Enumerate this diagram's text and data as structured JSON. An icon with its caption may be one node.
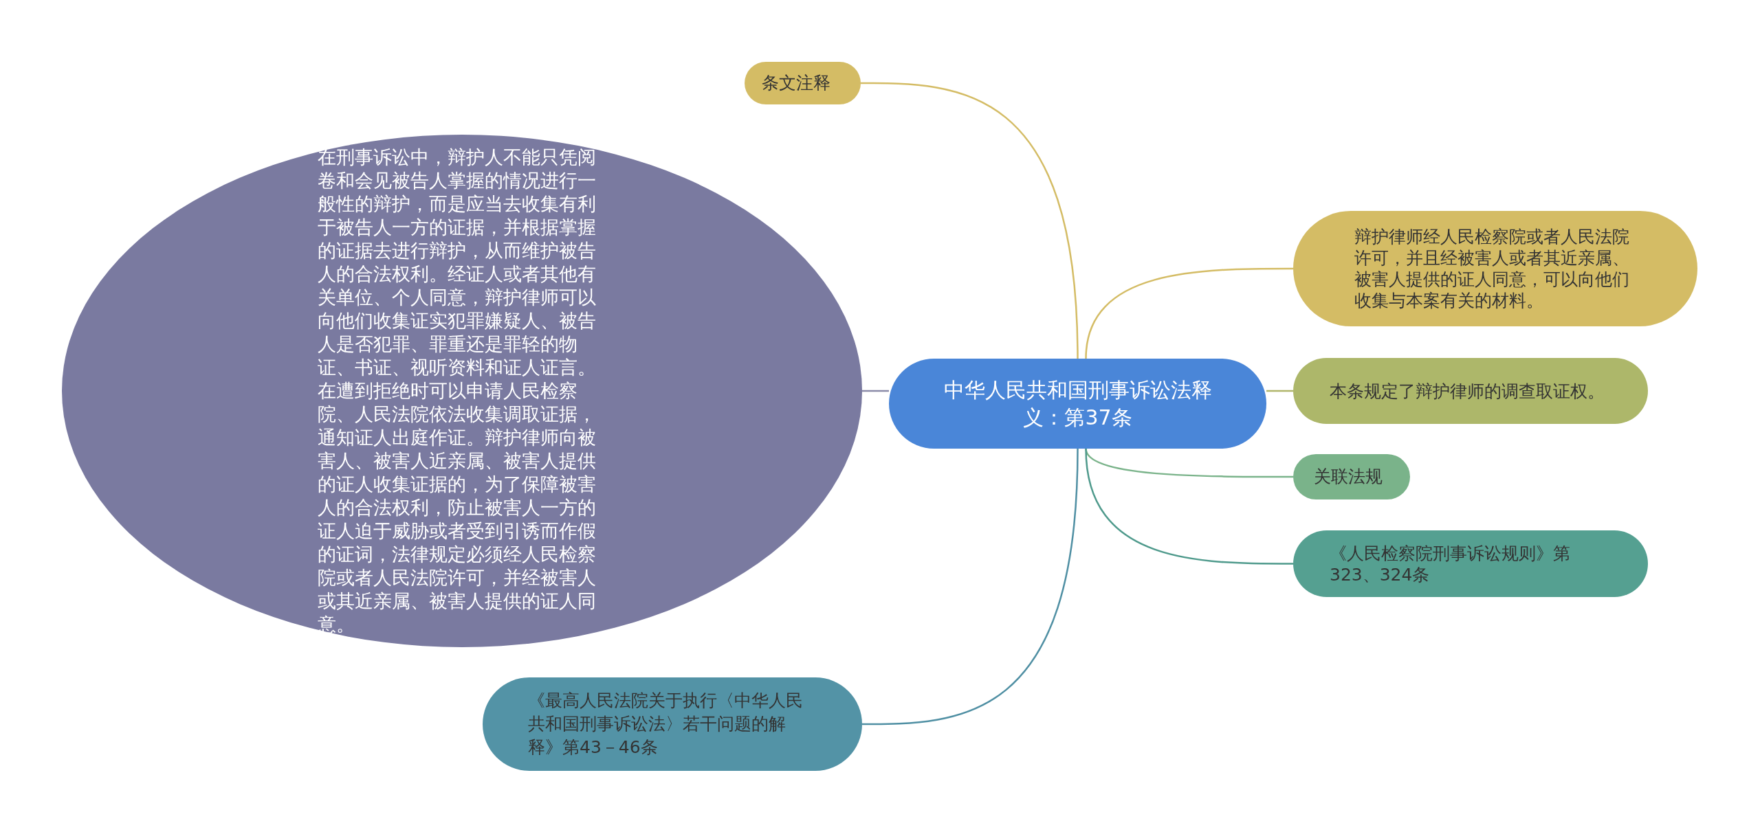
{
  "diagram": {
    "nodes": [
      {
        "text": [
          "中华人民共和国刑事诉讼法释义：第37条"
        ]
      },
      {
        "text": [
          "条文注释"
        ]
      },
      {
        "text": [
          "在刑事诉讼中，辩护人不能只凭阅卷和会见被告人掌握的情况进行一般性的辩护，而是应当去收集有利于被告人一方的证据，并根据掌握的证据去进行辩护，从而维护被告人的合法权利。经证人或者其他有关单位、个人同意，辩护律师可以向他们收集证实犯罪嫌疑人、被告人是否犯罪、罪重还是罪轻的物证、书证、视听资料和证人证言。在遭到拒绝时可以申请人民检察院、人民法院依法收集调取证据，通知证人出庭作证。辩护律师向被害人、被害人近亲属、被害人提供的证人收集证据的，为了保障被害人的合法权利，防止被害人一方的证人迫于威胁或者受到引诱而作假的证词，法律规定必须经人民检察院或者人民法院许可，并经被害人或其近亲属、被害人提供的证人同意。"
        ]
      },
      {
        "text": [
          "辩护律师经人民检察院或者人民法院许可，并且经被害人或者其近亲属、被害人提供的证人同意，可以向他们收集与本案有关的材料。"
        ]
      },
      {
        "text": [
          "本条规定了辩护律师的调查取证权。"
        ]
      },
      {
        "text": [
          "关联法规"
        ]
      },
      {
        "text": [
          "《人民检察院刑事诉讼规则》第323、324条"
        ]
      },
      {
        "text": [
          "《最高人民法院关于执行〈中华人民共和国刑事诉讼法〉若干问题的解释》第43－46条"
        ]
      }
    ],
    "edges": [
      {
        "from": 0,
        "to": 1,
        "arrow": "none",
        "color": "#d4bc65"
      },
      {
        "from": 0,
        "to": 2,
        "arrow": "none",
        "color": "#8a8aa8"
      },
      {
        "from": 0,
        "to": 3,
        "arrow": "none",
        "color": "#d4bc65"
      },
      {
        "from": 0,
        "to": 4,
        "arrow": "none",
        "color": "#b0b56a"
      },
      {
        "from": 0,
        "to": 5,
        "arrow": "none",
        "color": "#7ab38a"
      },
      {
        "from": 0,
        "to": 6,
        "arrow": "none",
        "color": "#4f9a8c"
      },
      {
        "from": 0,
        "to": 7,
        "arrow": "none",
        "color": "#4f8fa3"
      }
    ]
  }
}
